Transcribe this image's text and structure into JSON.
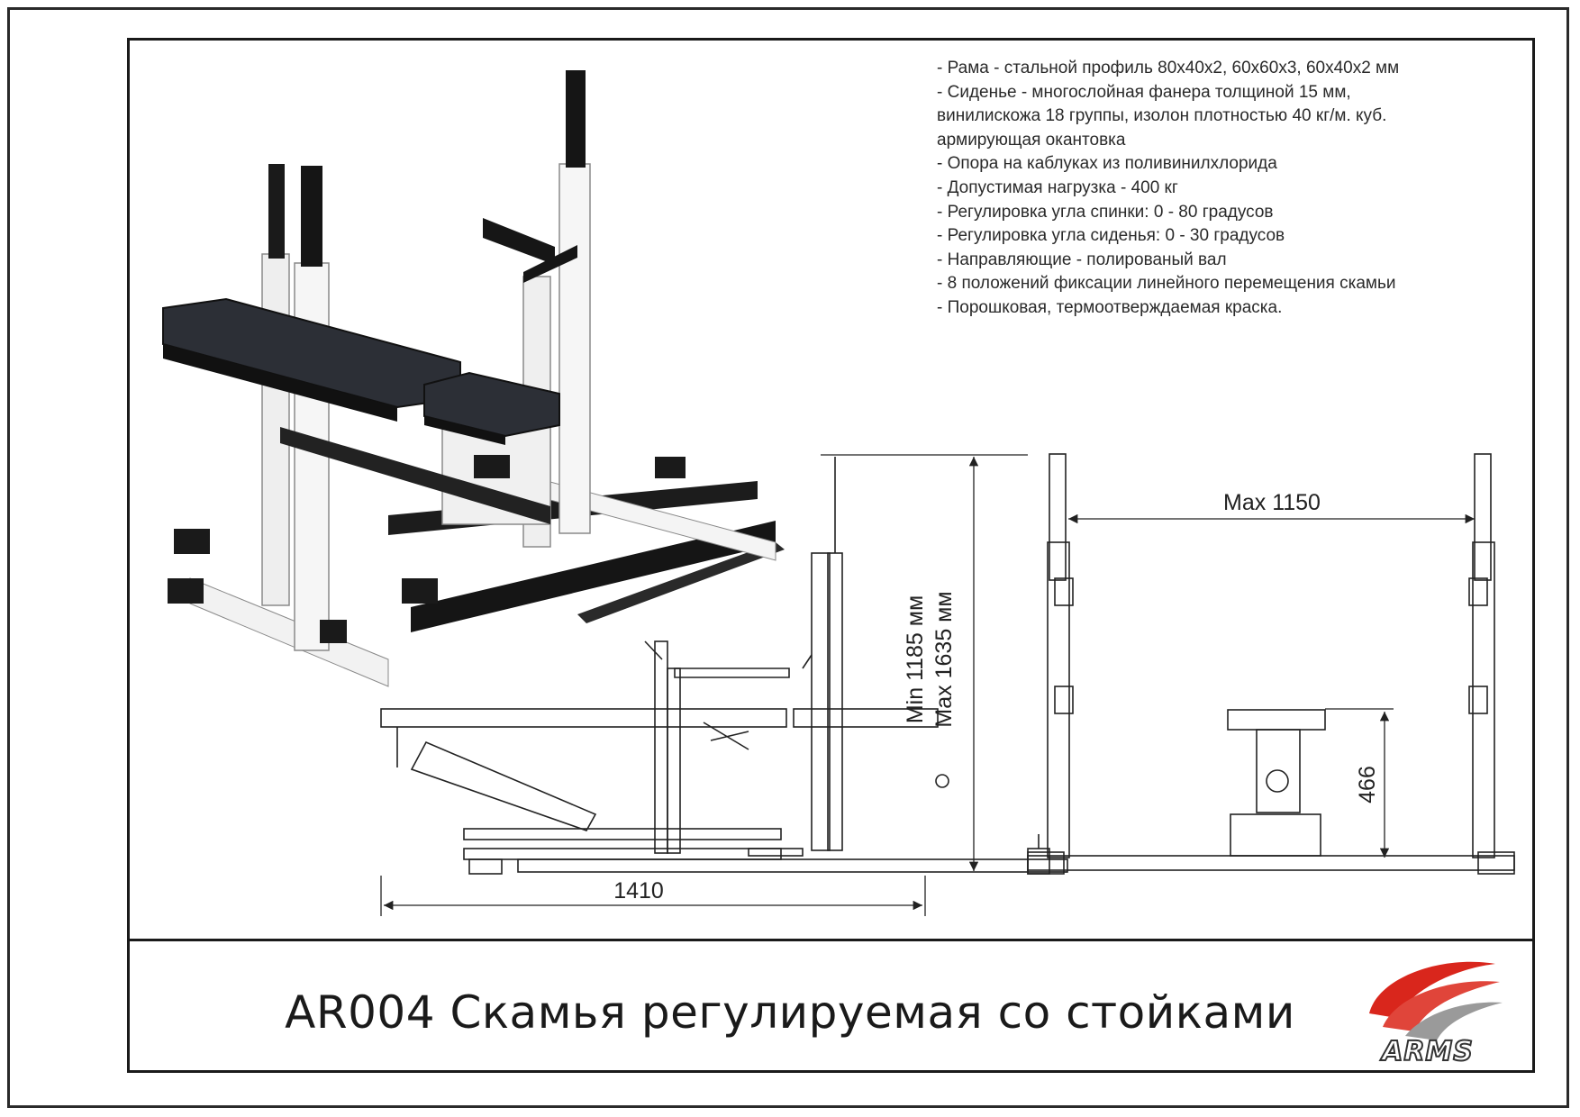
{
  "specs": [
    "- Рама - стальной профиль 80х40х2, 60х60х3, 60х40х2 мм",
    "- Сиденье - многослойная фанера толщиной 15 мм,",
    "винилискожа 18 группы, изолон плотностью 40 кг/м. куб.",
    "армирующая окантовка",
    "- Опора на каблуках из поливинилхлорида",
    "- Допустимая нагрузка - 400 кг",
    "- Регулировка угла спинки: 0 - 80 градусов",
    "- Регулировка угла сиденья: 0 - 30 градусов",
    "- Направляющие - полированый вал",
    "- 8 положений фиксации линейного перемещения скамьи",
    "- Порошковая, термоотверждаемая краска."
  ],
  "dimensions": {
    "width_max": "Max 1150",
    "height_min": "Min 1185 мм",
    "height_max": "Max 1635 мм",
    "length": "1410",
    "seat_height": "466"
  },
  "title": "AR004 Скамья регулируемая со стойками",
  "logo_text": "ARMS",
  "colors": {
    "frame": "#ffffff",
    "accent": "#111111",
    "seat": "#2c2f36",
    "logo_red": "#d9261c"
  }
}
